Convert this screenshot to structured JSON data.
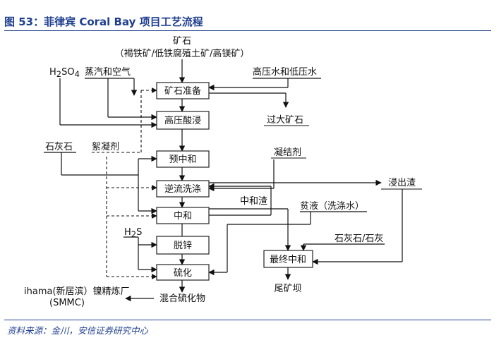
{
  "header": {
    "title": "图 53：菲律宾 Coral Bay 项目工艺流程"
  },
  "diagram": {
    "ore": "矿石",
    "ore_types": "（褐铁矿/低铁腐殖土矿/高镁矿）",
    "h2so4_main": "H",
    "h2so4_sub": "2",
    "h2so4_main2": "SO",
    "h2so4_sub2": "4",
    "steam_air": "蒸汽和空气",
    "hp_lp_water": "高压水和低压水",
    "ore_prep": "矿石准备",
    "oversize_ore": "过大矿石",
    "hpal": "高压酸浸",
    "limestone": "石灰石",
    "flocculant": "絮凝剂",
    "coagulant": "凝结剂",
    "pre_neutralization": "预中和",
    "ccd": "逆流洗涤",
    "leach_residue": "浸出渣",
    "neutralization_residue": "中和渣",
    "barren_liquor": "贫液（洗涤水）",
    "neutralization": "中和",
    "h2s_main": "H",
    "h2s_sub": "2",
    "h2s_main2": "S",
    "limestone_lime": "石灰石/石灰",
    "zinc_removal": "脱锌",
    "final_neutralization": "最终中和",
    "sulfidation": "硫化",
    "tailings_dam": "尾矿坝",
    "refinery": "ihama(新居滨）镍精炼厂",
    "refinery_code": "(SMMC)",
    "mixed_sulfide": "混合硫化物"
  },
  "footer": {
    "source": "资料来源：金川，安信证券研究中心"
  }
}
